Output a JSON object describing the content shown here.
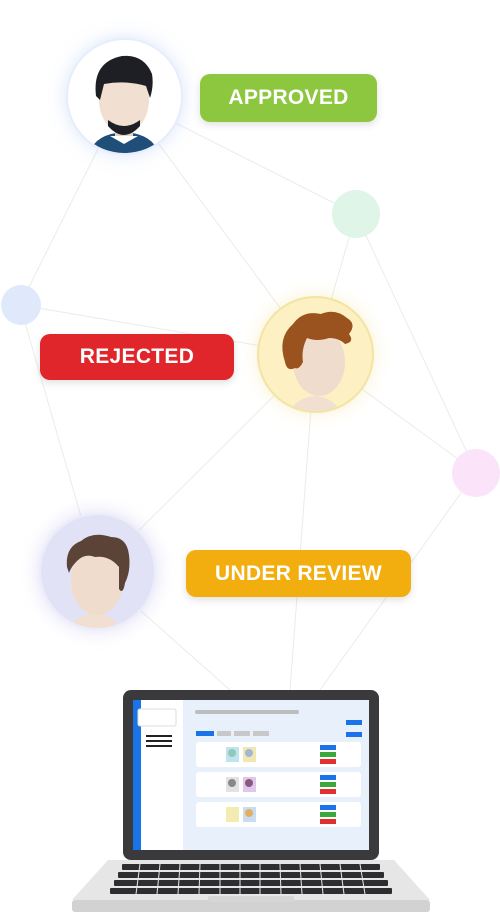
{
  "badges": {
    "approved": {
      "label": "APPROVED",
      "color": "#8dc63f"
    },
    "rejected": {
      "label": "REJECTED",
      "color": "#e0252b"
    },
    "under_review": {
      "label": "UNDER REVIEW",
      "color": "#f2ad0f"
    }
  },
  "avatars": {
    "top": {
      "bg": "#ffffff",
      "ring": "#e6eefb",
      "hair": "#1e1f25",
      "shirt": "#1f4e79"
    },
    "middle": {
      "bg": "#fdf0c2",
      "ring": "#f3e4a3",
      "hair": "#9a531f"
    },
    "bottom": {
      "bg": "#e2e2f7",
      "ring": "#ececfa",
      "hair": "#5c4337"
    }
  },
  "dots": {
    "mint": "#dff5e8",
    "blue": "#dfe9fb",
    "pink": "#fbe3fa"
  },
  "laptop": {
    "body": "#e6e6e6",
    "bezel": "#3a3a3c",
    "accent_blue": "#1a74e8",
    "green": "#3aa83a",
    "red": "#e03030"
  }
}
